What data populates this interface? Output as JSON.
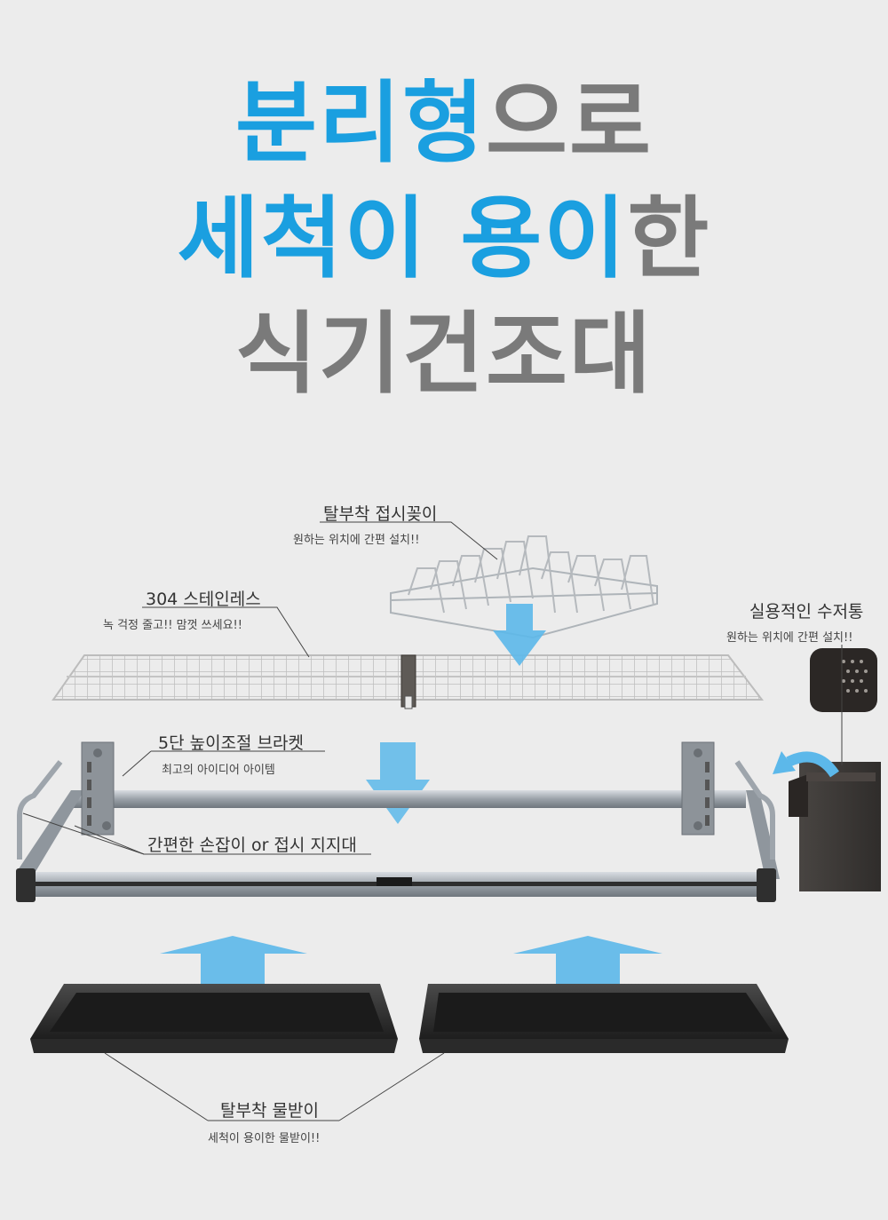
{
  "headline": {
    "line1_blue": "분리형",
    "line1_gray": "으로",
    "line2_blue": "세척이 용이",
    "line2_gray": "한",
    "line3_gray": "식기건조대"
  },
  "callouts": {
    "dish_holder": {
      "title": "탈부착 접시꽂이",
      "sub": "원하는 위치에 간편 설치!!"
    },
    "stainless": {
      "title": "304 스테인레스",
      "sub": "녹 걱정 줄고!! 맘껏 쓰세요!!"
    },
    "cutlery": {
      "title": "실용적인 수저통",
      "sub": "원하는 위치에 간편 설치!!"
    },
    "bracket": {
      "title": "5단 높이조절 브라켓",
      "sub": "최고의 아이디어 아이템"
    },
    "handle": {
      "title": "간편한 손잡이 or 접시 지지대"
    },
    "tray": {
      "title": "탈부착 물받이",
      "sub": "세척이 용이한 물받이!!"
    }
  },
  "colors": {
    "accent_blue": "#1a9fe0",
    "headline_gray": "#7a7a7a",
    "arrow_blue": "#5cb8ea",
    "background": "#ececec"
  }
}
